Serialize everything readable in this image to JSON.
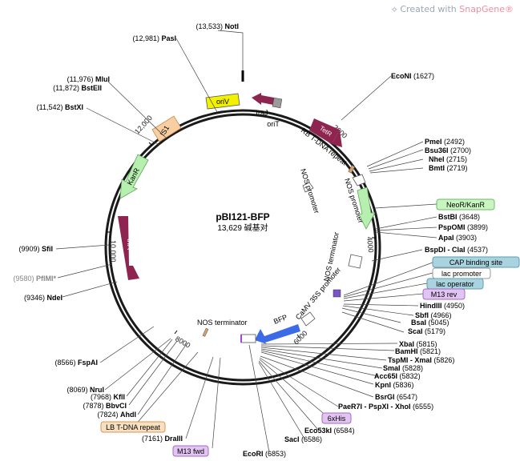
{
  "watermark": {
    "prefix": "Created with",
    "brand": "SnapGene®"
  },
  "plasmid": {
    "name": "pBI121-BFP",
    "size": "13,629 碱基对"
  },
  "ticks": [
    "2000",
    "4000",
    "6000",
    "8000",
    "10,000",
    "12,000"
  ],
  "sites": [
    {
      "name": "NotI",
      "pos": "(13,533)",
      "bold": true
    },
    {
      "name": "PasI",
      "pos": "(12,981)",
      "bold": true
    },
    {
      "name": "MluI",
      "pos": "(11,976)",
      "bold": true
    },
    {
      "name": "BstEII",
      "pos": "(11,872)",
      "bold": true
    },
    {
      "name": "BstXI",
      "pos": "(11,542)",
      "bold": true
    },
    {
      "name": "SfiI",
      "pos": "(9909)",
      "bold": true
    },
    {
      "name": "PflMI*",
      "pos": "(9580)",
      "bold": true,
      "muted": true
    },
    {
      "name": "NdeI",
      "pos": "(9346)",
      "bold": true
    },
    {
      "name": "FspAI",
      "pos": "(8566)",
      "bold": true
    },
    {
      "name": "NruI",
      "pos": "(8069)",
      "bold": true
    },
    {
      "name": "KflI",
      "pos": "(7968)",
      "bold": true
    },
    {
      "name": "BbvCI",
      "pos": "(7878)",
      "bold": true
    },
    {
      "name": "AhdI",
      "pos": "(7824)",
      "bold": true
    },
    {
      "name": "DraIII",
      "pos": "(7161)",
      "bold": true
    },
    {
      "name": "EcoRI",
      "pos": "(6853)",
      "bold": true
    },
    {
      "name": "SacI",
      "pos": "(6586)",
      "bold": true
    },
    {
      "name": "Eco53kI",
      "pos": "(6584)",
      "bold": true
    },
    {
      "name": "PaeR7I - PspXI - XhoI",
      "pos": "(6555)",
      "bold": true
    },
    {
      "name": "BsrGI",
      "pos": "(6547)",
      "bold": true
    },
    {
      "name": "KpnI",
      "pos": "(5836)",
      "bold": true
    },
    {
      "name": "Acc65I",
      "pos": "(5832)",
      "bold": true
    },
    {
      "name": "SmaI",
      "pos": "(5828)",
      "bold": true
    },
    {
      "name": "TspMI - XmaI",
      "pos": "(5826)",
      "bold": true
    },
    {
      "name": "BamHI",
      "pos": "(5821)",
      "bold": true
    },
    {
      "name": "XbaI",
      "pos": "(5815)",
      "bold": true
    },
    {
      "name": "ScaI",
      "pos": "(5179)",
      "bold": true
    },
    {
      "name": "BsaI",
      "pos": "(5045)",
      "bold": true
    },
    {
      "name": "SbfI",
      "pos": "(4966)",
      "bold": true
    },
    {
      "name": "HindIII",
      "pos": "(4950)",
      "bold": true
    },
    {
      "name": "BspDI - ClaI",
      "pos": "(4537)",
      "bold": true
    },
    {
      "name": "ApaI",
      "pos": "(3903)",
      "bold": true
    },
    {
      "name": "PspOMI",
      "pos": "(3899)",
      "bold": true
    },
    {
      "name": "BstBI",
      "pos": "(3648)",
      "bold": true
    },
    {
      "name": "BmtI",
      "pos": "(2719)",
      "bold": true
    },
    {
      "name": "NheI",
      "pos": "(2715)",
      "bold": true
    },
    {
      "name": "Bsu36I",
      "pos": "(2700)",
      "bold": true
    },
    {
      "name": "PmeI",
      "pos": "(2492)",
      "bold": true
    },
    {
      "name": "EcoNI",
      "pos": "(1627)",
      "bold": true
    }
  ],
  "boxes": [
    {
      "text": "NeoR/KanR",
      "fill": "#c8f5c0",
      "stroke": "#6fb86a"
    },
    {
      "text": "CAP binding site",
      "fill": "#a9d3de",
      "stroke": "#5e9fb0"
    },
    {
      "text": "lac promoter",
      "fill": "#ffffff",
      "stroke": "#999999"
    },
    {
      "text": "lac operator",
      "fill": "#a9d3de",
      "stroke": "#5e9fb0"
    },
    {
      "text": "M13 rev",
      "fill": "#e2c4f2",
      "stroke": "#a26bc3"
    },
    {
      "text": "6xHis",
      "fill": "#e2c4f2",
      "stroke": "#a26bc3"
    },
    {
      "text": "LB T-DNA repeat",
      "fill": "#f7dfc0",
      "stroke": "#d19a5a"
    },
    {
      "text": "M13 fwd",
      "fill": "#e2c4f2",
      "stroke": "#a26bc3"
    }
  ],
  "features": {
    "oriV": "oriV",
    "traJ": "traJ",
    "oriT": "oriT",
    "TetR": "TetR",
    "RB": "RB T-DNA repeat",
    "IS1": "IS1",
    "KanR": "KanR",
    "trfA": "trfA",
    "NOSp1": "NOS promoter",
    "NOSp2": "NOS promoter",
    "NOSt1": "NOS terminator",
    "CaMV": "CaMV 35S promoter",
    "BFP": "BFP",
    "NOSt2": "NOS terminator"
  },
  "colors": {
    "backbone": "#1a1a1a",
    "oriV": "#f2f200",
    "maroon": "#8e2450",
    "peach": "#f8cfa3",
    "green": "#b7efb0",
    "blue": "#3c6be6"
  }
}
